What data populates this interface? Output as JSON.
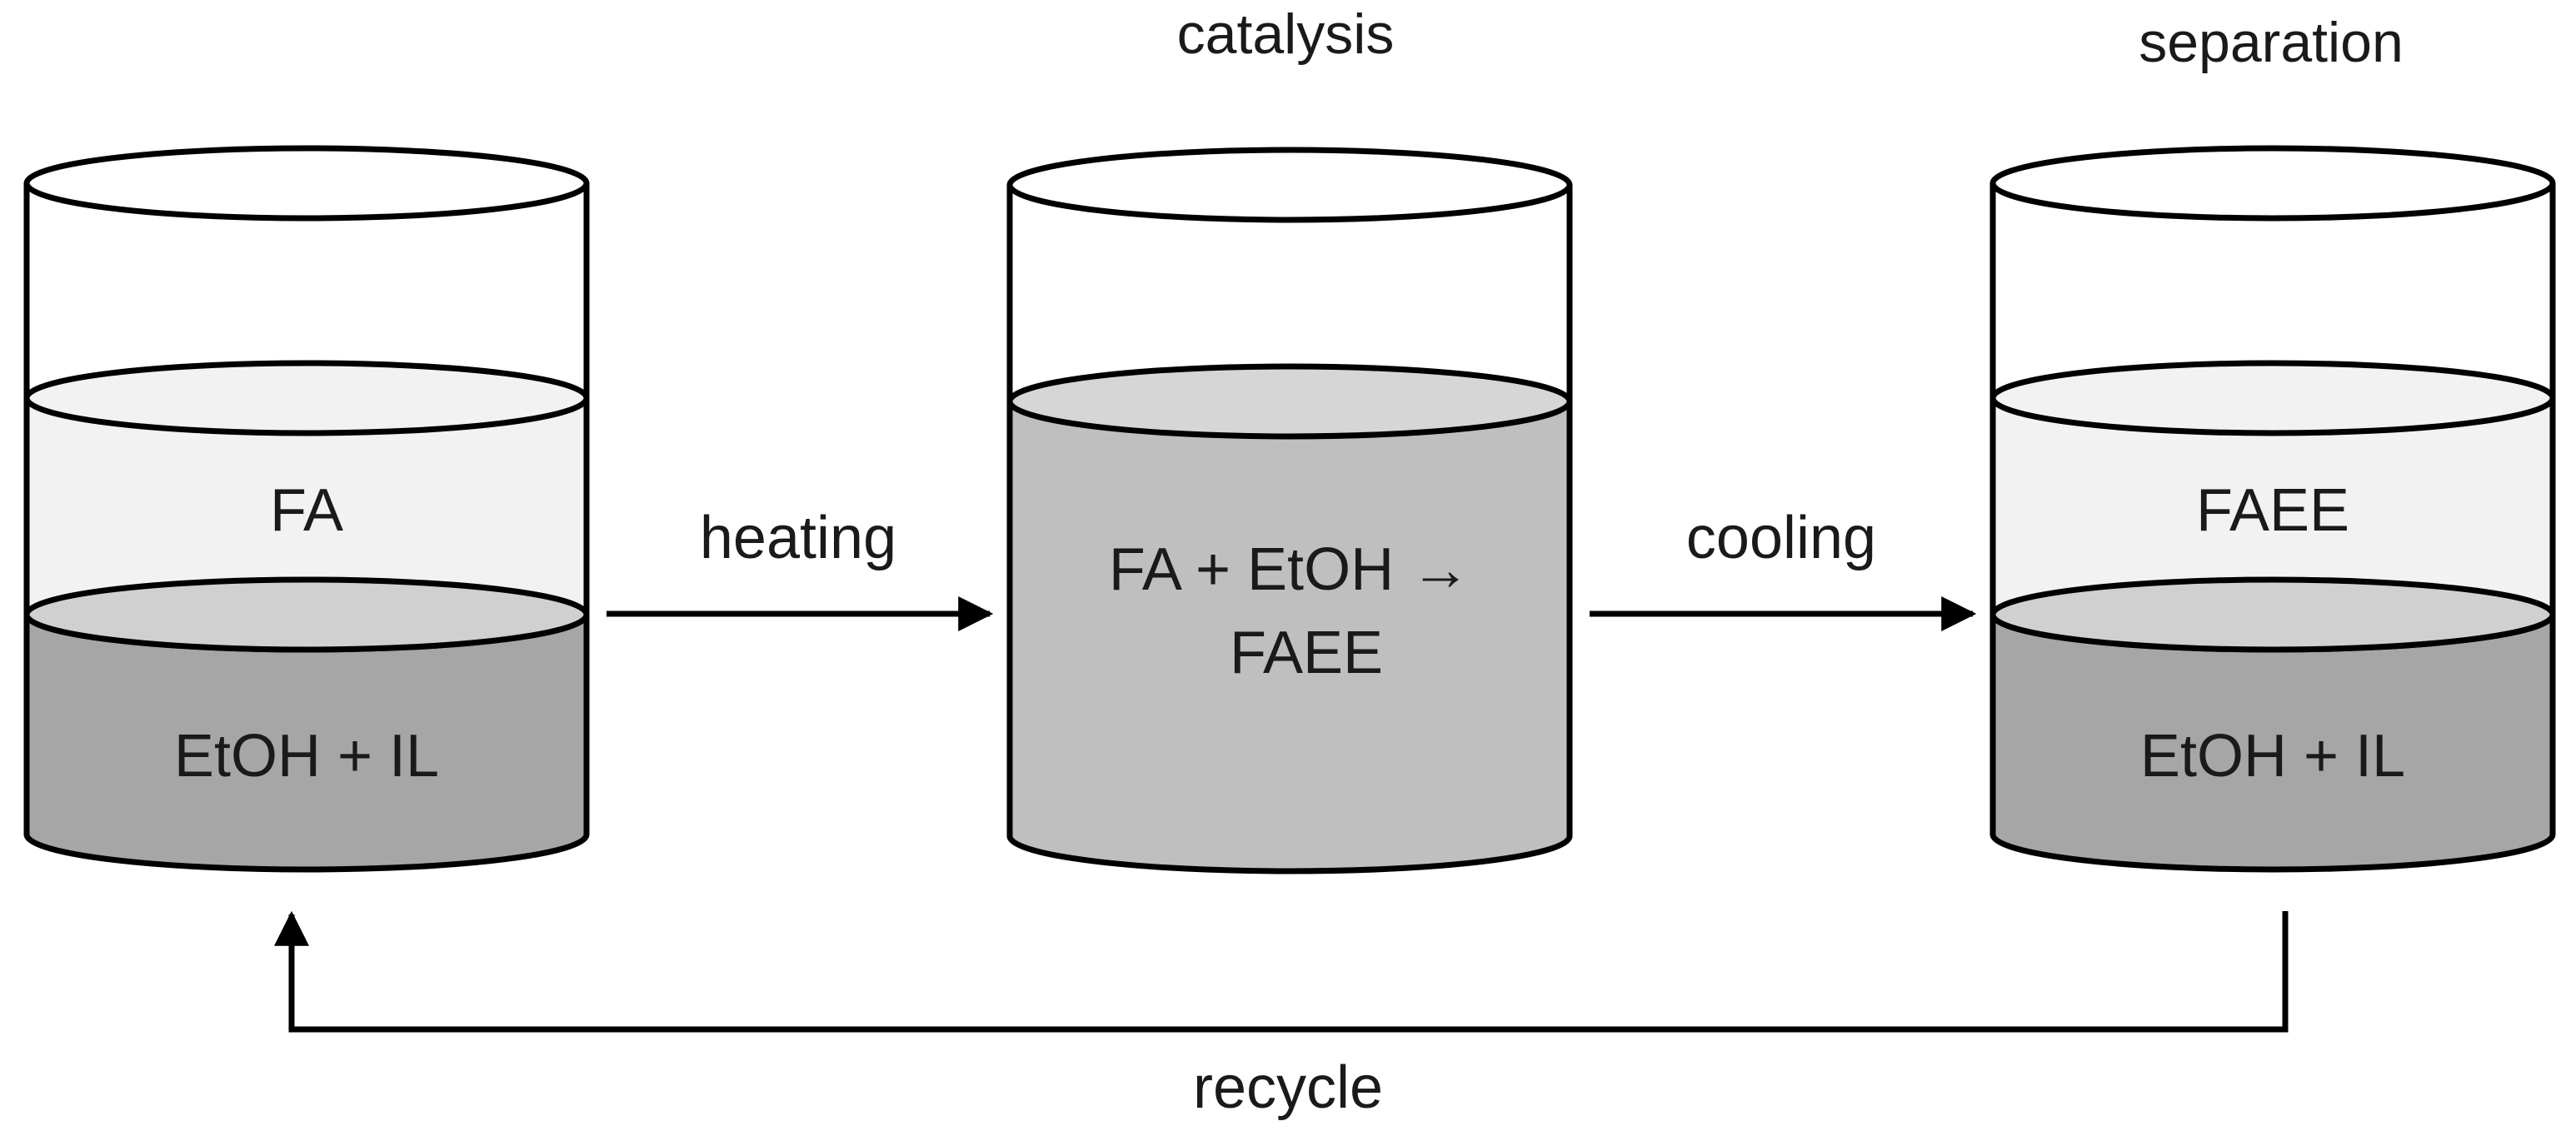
{
  "colors": {
    "stroke": "#000000",
    "upper_layer": "#f2f2f2",
    "lower_layer": "#a6a6a6",
    "lower_layer_top": "#d0d0d0",
    "mixed_liquid": "#bfbfbf",
    "mixed_liquid_top": "#d6d6d6",
    "empty": "#ffffff"
  },
  "stages": {
    "catalysis": "catalysis",
    "separation": "separation"
  },
  "vessel_left": {
    "upper": "FA",
    "lower": "EtOH + IL"
  },
  "vessel_middle": {
    "line1": "FA + EtOH →",
    "line2": "FAEE"
  },
  "vessel_right": {
    "upper": "FAEE",
    "lower": "EtOH + IL"
  },
  "steps": {
    "heating": "heating",
    "cooling": "cooling",
    "recycle": "recycle"
  }
}
